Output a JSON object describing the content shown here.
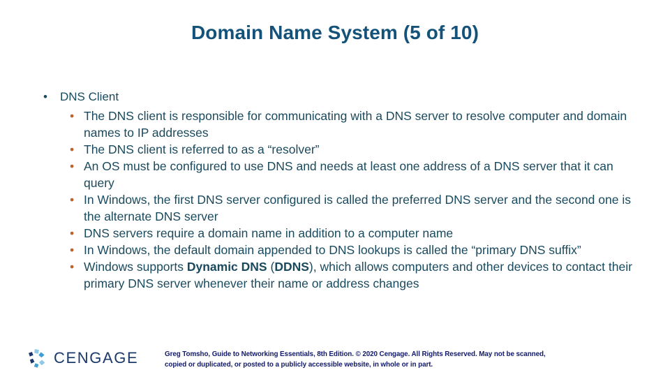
{
  "slide": {
    "title": "Domain Name System (5 of 10)",
    "title_color": "#14527a",
    "body_color": "#1a4a5e",
    "sub_bullet_color": "#c0622a",
    "background": "#ffffff"
  },
  "content": {
    "level1": [
      {
        "text": "DNS Client",
        "marker": "bullet-dot",
        "children": [
          {
            "text": "The DNS client is responsible for communicating with a DNS server to resolve computer and domain names to IP addresses",
            "marker": "bullet-dot"
          },
          {
            "text": "The DNS client is referred to as a “resolver”",
            "marker": "bullet-dot"
          },
          {
            "text": "An OS must be configured to use DNS and needs at least one address of a DNS server that it can query",
            "marker": "bullet-dot"
          },
          {
            "text": "In Windows, the first DNS server configured is called the preferred DNS server and the second one is the alternate DNS server",
            "marker": "bullet-dot"
          },
          {
            "text": "DNS servers require a domain name in addition to a computer name",
            "marker": "bullet-dot"
          },
          {
            "text": "In Windows, the default domain appended to DNS lookups is called the “primary DNS suffix”",
            "marker": "bullet-dot"
          },
          {
            "marker": "bullet-dot",
            "rich": [
              {
                "t": "Windows supports ",
                "b": false
              },
              {
                "t": "Dynamic DNS",
                "b": true
              },
              {
                "t": " (",
                "b": false
              },
              {
                "t": "DDNS",
                "b": true
              },
              {
                "t": "), which allows computers and other devices to contact their primary DNS server whenever their name or address changes",
                "b": false
              }
            ]
          }
        ]
      }
    ]
  },
  "footer": {
    "logo_word": "CENGAGE",
    "logo_colors": {
      "light": "#8fc9e8",
      "mid": "#3fa0d4",
      "dark": "#1b3a6b"
    },
    "citation_line1": "Greg Tomsho, Guide to Networking Essentials, 8th Edition. © 2020 Cengage. All Rights Reserved. May not be scanned,",
    "citation_line2": "copied or duplicated, or posted to a publicly accessible website, in whole or in part.",
    "citation_color": "#111a6b"
  },
  "glyphs": {
    "bullet": "•"
  }
}
